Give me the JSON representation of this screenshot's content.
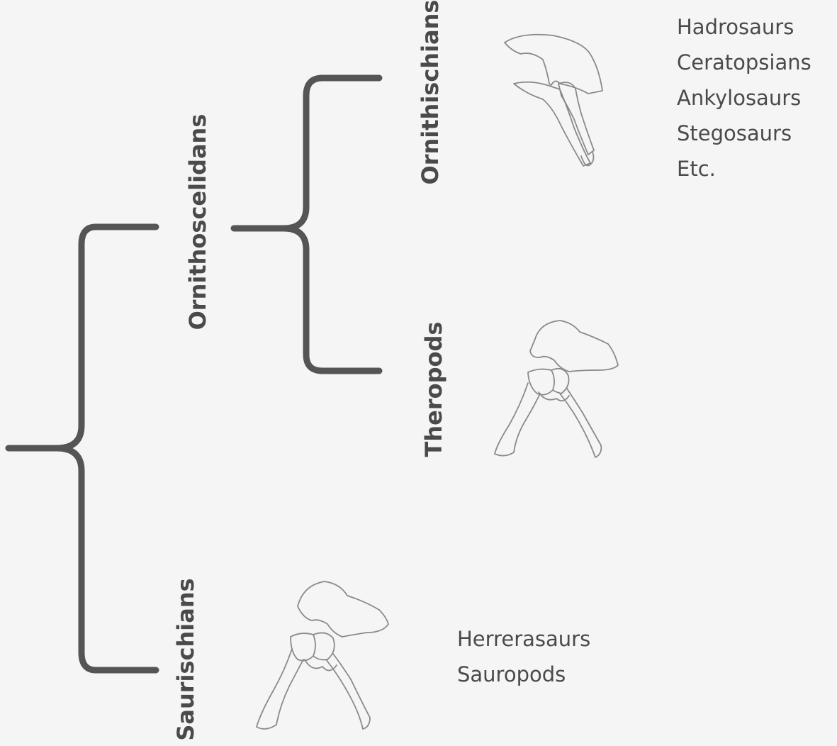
{
  "colors": {
    "background": "#f5f5f5",
    "bracket": "#555555",
    "text": "#4a4a4a",
    "sketch": "#8a8a8a"
  },
  "clades": {
    "ornithischians": "Ornithischians",
    "ornithoscelidans": "Ornithoscelidans",
    "theropods": "Theropods",
    "saurischians": "Saurischians"
  },
  "lists": {
    "ornithischian_members": [
      "Hadrosaurs",
      "Ceratopsians",
      "Ankylosaurs",
      "Stegosaurs",
      "Etc."
    ],
    "saurischian_members": [
      "Herrerasaurs",
      "Sauropods"
    ]
  },
  "icons": {
    "ornithischian_pelvis": "ornithischian-pelvis-icon",
    "theropod_pelvis": "theropod-pelvis-icon",
    "saurischian_pelvis": "saurischian-pelvis-icon"
  }
}
